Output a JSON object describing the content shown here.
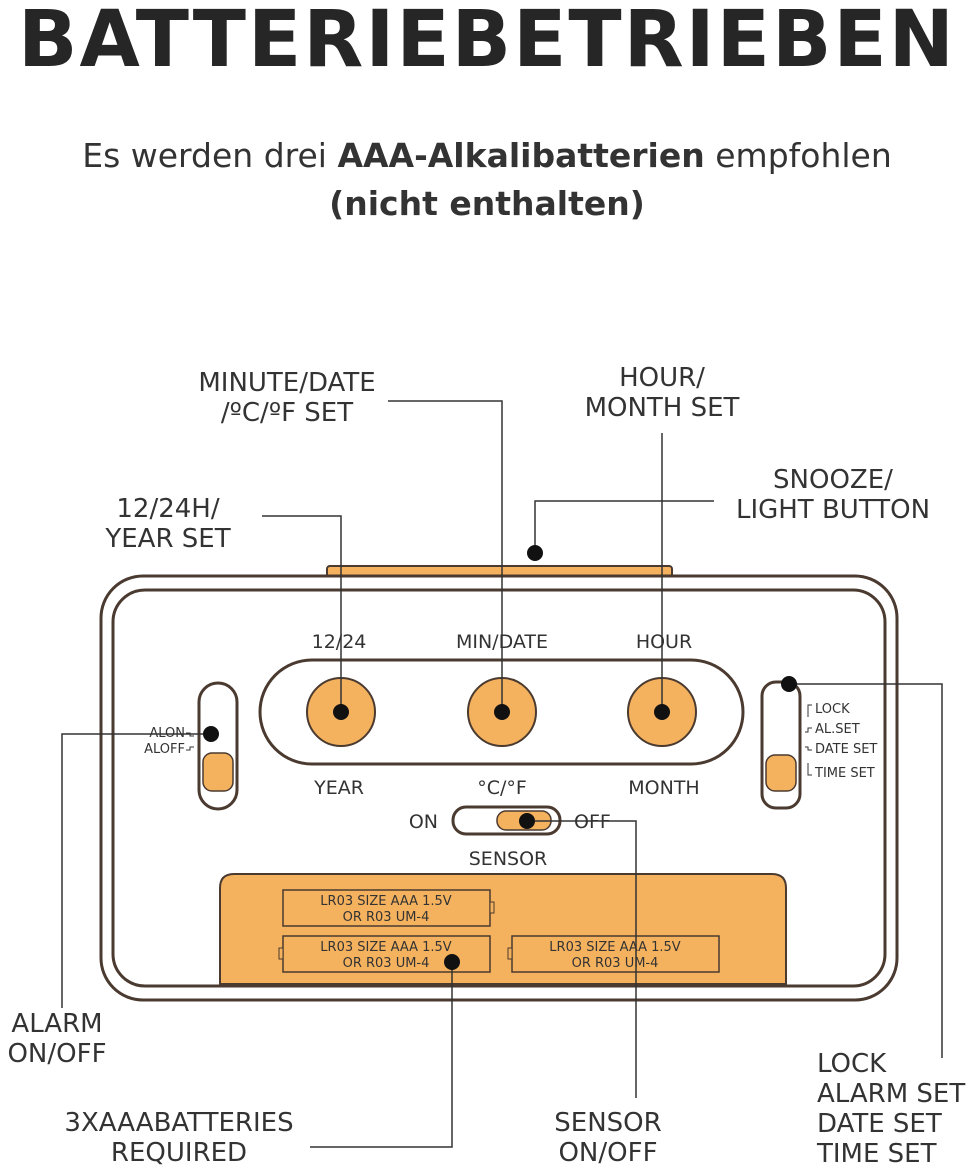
{
  "title": "BATTERIEBETRIEBEN",
  "subtitle": {
    "part1": "Es werden drei ",
    "bold1": "AAA-Alkalibatterien",
    "part2": " empfohlen",
    "line2": "(nicht enthalten)"
  },
  "callouts": {
    "minute_date_l1": "MINUTE/DATE",
    "minute_date_l2": "/ºC/ºF SET",
    "hour_month_l1": "HOUR/",
    "hour_month_l2": "MONTH SET",
    "snooze_l1": "SNOOZE/",
    "snooze_l2": "LIGHT BUTTON",
    "h12_24_l1": "12/24H/",
    "h12_24_l2": "YEAR SET",
    "alarm_l1": "ALARM",
    "alarm_l2": "ON/OFF",
    "batteries_l1": "3XAAABATTERIES",
    "batteries_l2": "REQUIRED",
    "sensor_l1": "SENSOR",
    "sensor_l2": "ON/OFF",
    "lock_l1": "LOCK",
    "lock_l2": "ALARM SET",
    "lock_l3": "DATE SET",
    "lock_l4": "TIME SET"
  },
  "device": {
    "btn_top_1": "12/24",
    "btn_top_2": "MIN/DATE",
    "btn_top_3": "HOUR",
    "btn_bottom_1": "YEAR",
    "btn_bottom_2": "°C/°F",
    "btn_bottom_3": "MONTH",
    "alarm_on": "ALON",
    "alarm_off": "ALOFF",
    "sensor_on": "ON",
    "sensor_off": "OFF",
    "sensor_label": "SENSOR",
    "mode_lock": "LOCK",
    "mode_alset": "AL.SET",
    "mode_dateset": "DATE SET",
    "mode_timeset": "TIME SET",
    "battery_1_l1": "LR03 SIZE AAA 1.5V",
    "battery_1_l2": "OR R03 UM-4",
    "battery_2_l1": "LR03 SIZE AAA 1.5V",
    "battery_2_l2": "OR R03 UM-4",
    "battery_3_l1": "LR03 SIZE AAA 1.5V",
    "battery_3_l2": "OR R03 UM-4"
  },
  "colors": {
    "accent": "#F5B25E",
    "outline": "#4A3A30",
    "line": "#333333"
  }
}
